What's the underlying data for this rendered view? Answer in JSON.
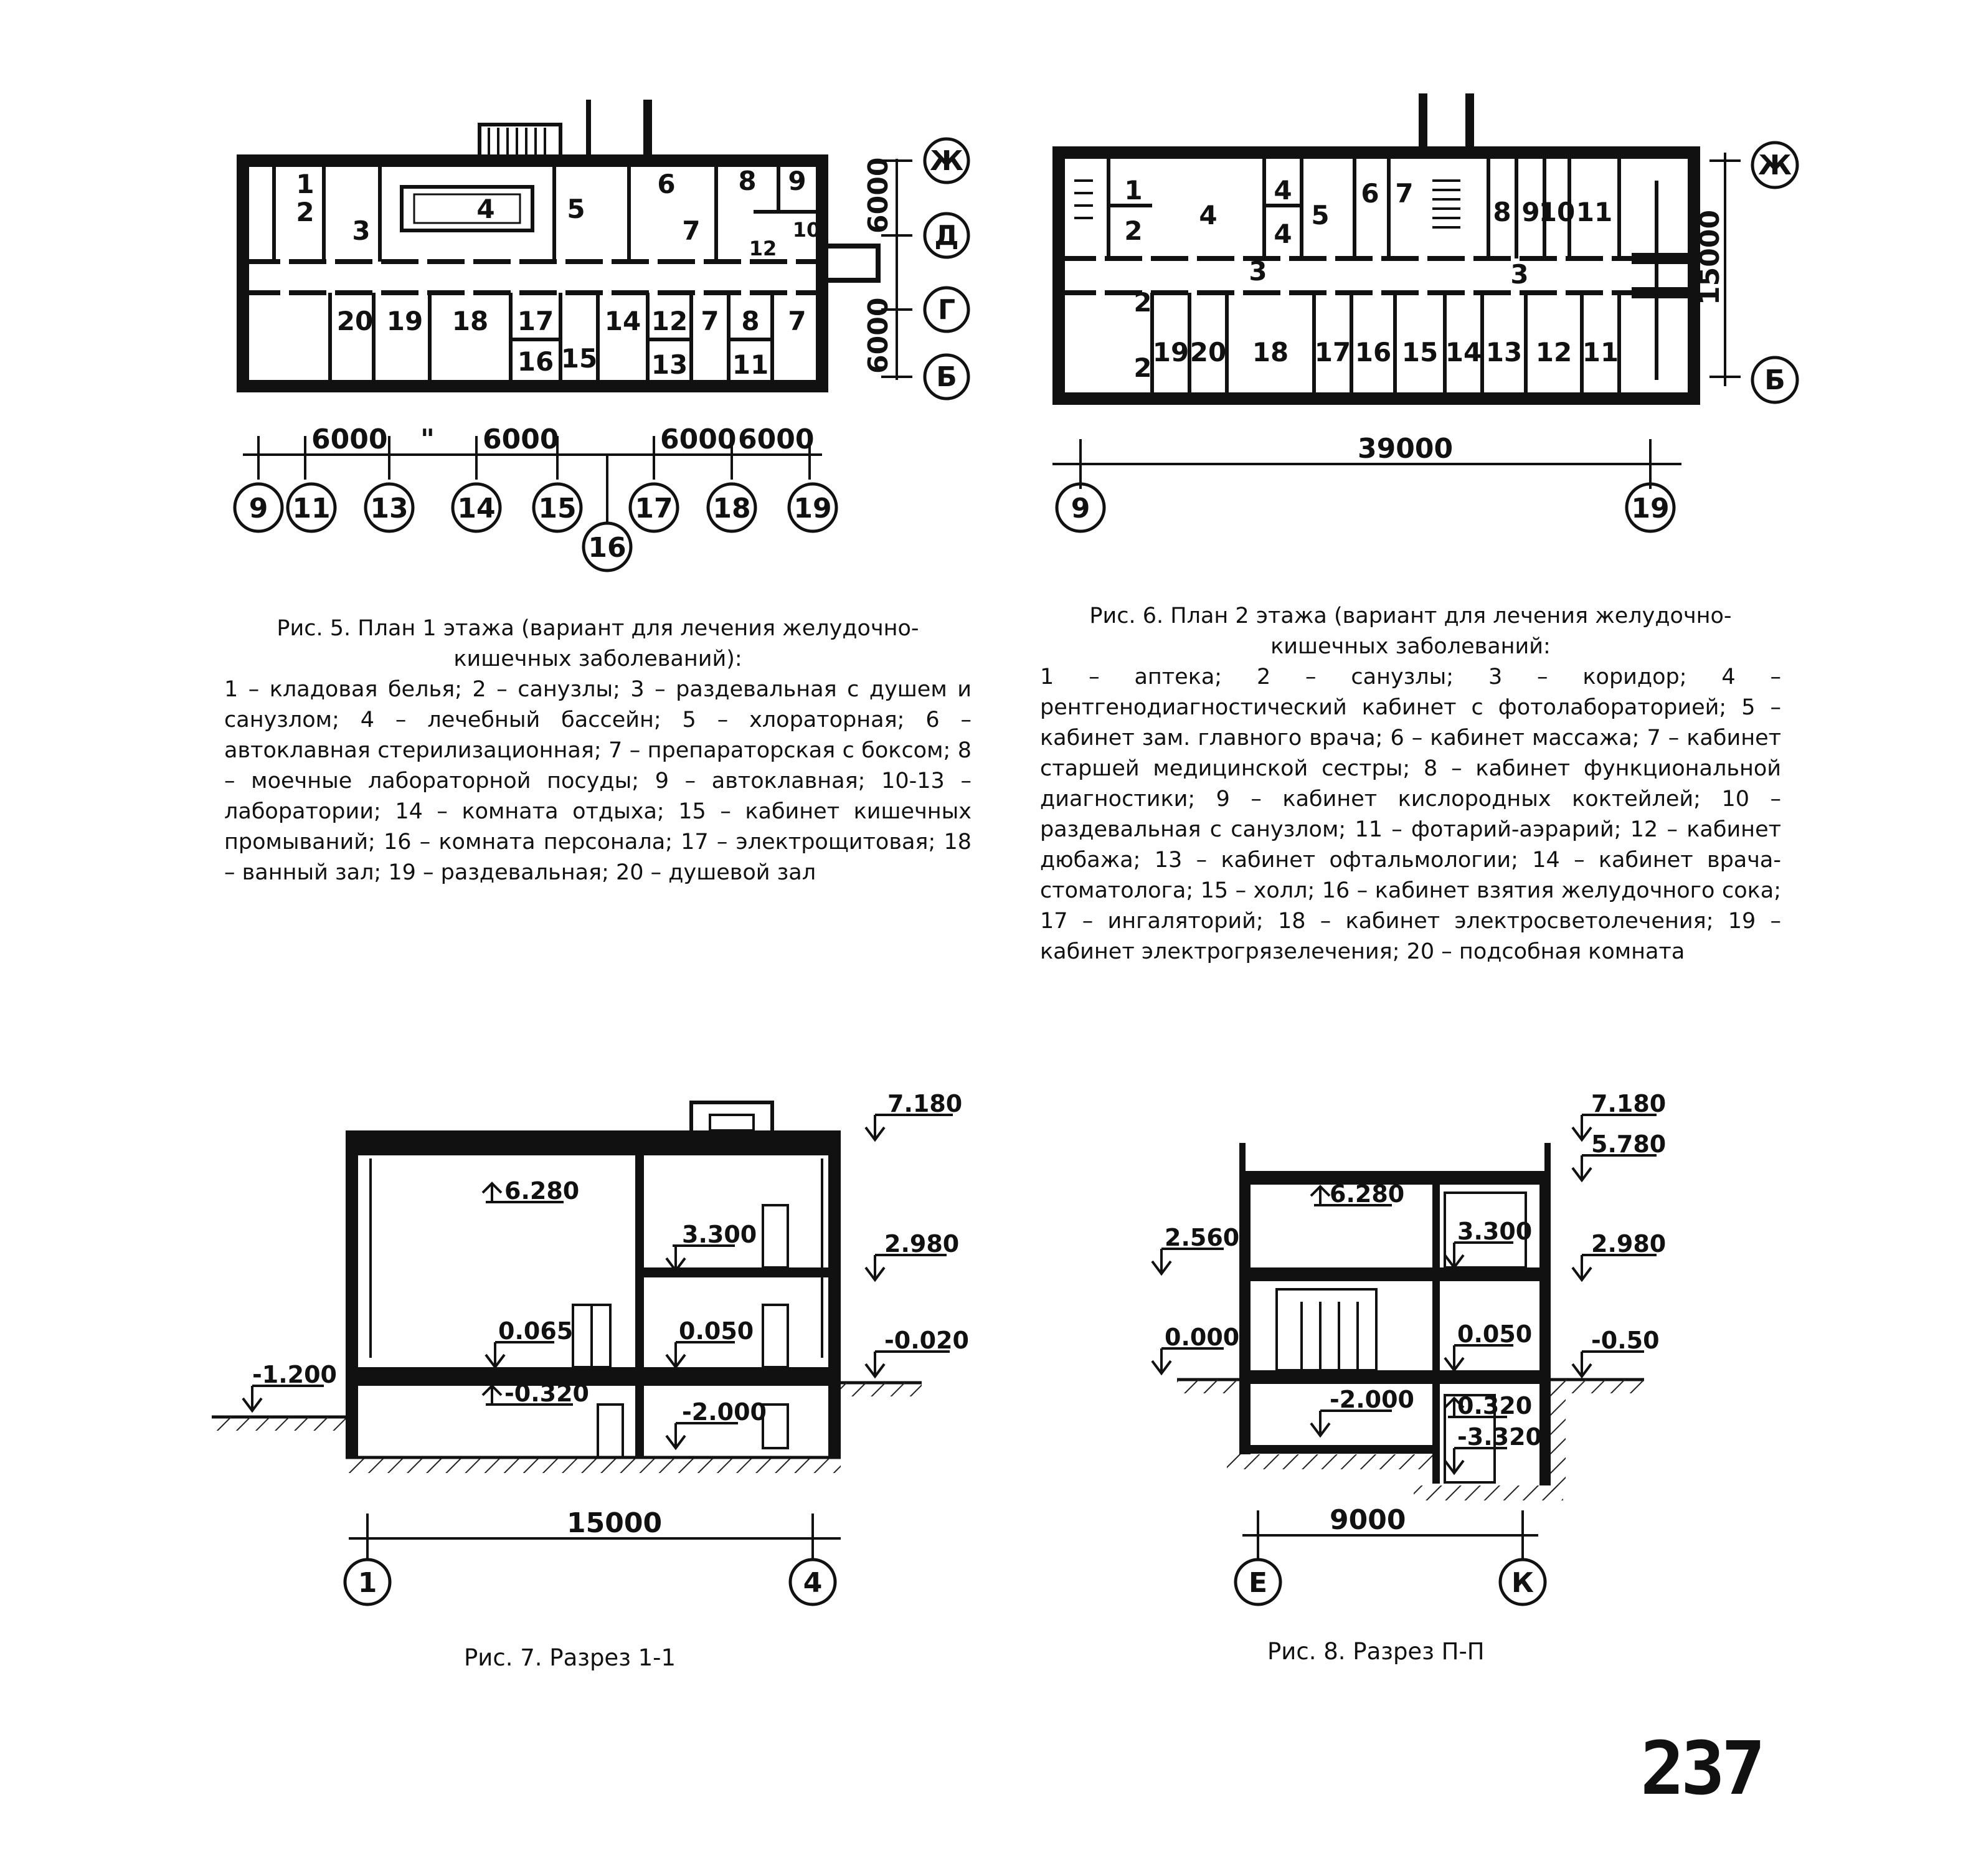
{
  "page": {
    "number": "237"
  },
  "fig5": {
    "caption_title": "Рис. 5. План 1 этажа (вариант для лечения желудочно-кишечных заболеваний):",
    "legend": "1 – кладовая белья; 2 – санузлы; 3 – раздевальная с душем и санузлом; 4 – лечебный бассейн; 5 – хлораторная; 6 – автоклавная стерилизационная; 7 – препараторская с боксом; 8 – моечные лабораторной посуды; 9 – автоклавная; 10-13 – лаборатории; 14 – комната отдыха; 15 – кабинет кишечных промываний; 16 – комната персонала; 17 – электрощитовая; 18 – ванный зал; 19 – раздевальная; 20 – душевой зал",
    "room_labels": [
      "1",
      "2",
      "3",
      "4",
      "5",
      "6",
      "7",
      "8",
      "9",
      "10",
      "12",
      "20",
      "19",
      "18",
      "17",
      "16",
      "15",
      "14",
      "12",
      "13",
      "7",
      "8",
      "11",
      "7"
    ],
    "axis_rows": [
      "Ж",
      "Д",
      "Г",
      "Б"
    ],
    "axis_cols": [
      "9",
      "11",
      "13",
      "14",
      "15",
      "16",
      "17",
      "18",
      "19"
    ],
    "dims_vertical": [
      "6000",
      "6000"
    ],
    "dims_horizontal": [
      "6000",
      "\"",
      "6000",
      "6000",
      "6000"
    ]
  },
  "fig6": {
    "caption_title": "Рис. 6. План 2 этажа (вариант для лечения желудочно-кишечных заболеваний:",
    "legend": "1 – аптека; 2 – санузлы; 3 – коридор; 4 – рентгенодиагностический кабинет с фотолабораторией; 5 – кабинет зам. главного врача; 6 – кабинет массажа; 7 – кабинет старшей медицинской сестры; 8 – кабинет функциональной диагностики; 9 – кабинет кислородных коктейлей; 10 – раздевальная с санузлом; 11 – фотарий-аэрарий; 12 – кабинет дюбажа; 13 – кабинет офтальмологии; 14 – кабинет врача-стоматолога; 15 – холл; 16 – кабинет взятия желудочного сока; 17 – ингаляторий; 18 – кабинет электросветолечения; 19 – кабинет электрогрязелечения; 20 – подсобная комната",
    "room_labels": [
      "1",
      "2",
      "4",
      "4",
      "4",
      "5",
      "6",
      "7",
      "8",
      "9",
      "10",
      "11",
      "3",
      "3",
      "2",
      "2",
      "19",
      "20",
      "18",
      "17",
      "16",
      "15",
      "14",
      "13",
      "12",
      "11"
    ],
    "axis_rows": [
      "Ж",
      "Б"
    ],
    "axis_cols": [
      "9",
      "19"
    ],
    "dim_vertical": "15000",
    "dim_horizontal": "39000"
  },
  "fig7": {
    "title": "Рис. 7. Разрез 1-1",
    "elevations": [
      "7.180",
      "6.280",
      "3.300",
      "2.980",
      "0.065",
      "0.050",
      "-0.020",
      "-1.200",
      "-0.320",
      "-2.000"
    ],
    "dim": "15000",
    "axes": [
      "1",
      "4"
    ]
  },
  "fig8": {
    "title": "Рис. 8. Разрез П-П",
    "elevations": [
      "7.180",
      "5.780",
      "6.280",
      "3.300",
      "2.980",
      "2.560",
      "0.000",
      "0.050",
      "-0.50",
      "-2.000",
      "0.320",
      "-3.320"
    ],
    "dim": "9000",
    "axes": [
      "Е",
      "К"
    ]
  }
}
